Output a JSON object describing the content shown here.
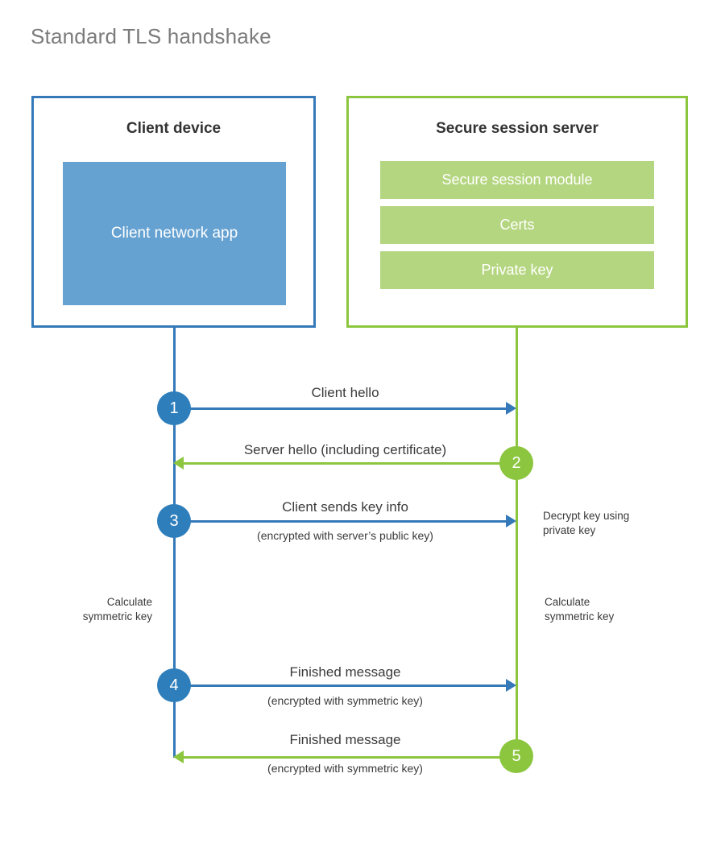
{
  "title": "Standard TLS handshake",
  "colors": {
    "client_blue": "#3579b8",
    "client_circle_blue": "#2e7ebb",
    "client_app_fill": "#66a2d1",
    "server_green": "#8cc63f",
    "server_bar_fill": "#b5d680",
    "title_gray": "#7b7b7b",
    "text_dark": "#3a3a3a",
    "background": "#ffffff"
  },
  "client": {
    "title": "Client device",
    "app_label": "Client network app"
  },
  "server": {
    "title": "Secure session server",
    "bars": [
      {
        "label": "Secure session module"
      },
      {
        "label": "Certs"
      },
      {
        "label": "Private key"
      }
    ]
  },
  "steps": [
    {
      "number": "1",
      "label": "Client hello",
      "sub": "",
      "direction": "client-to-server",
      "color": "#2e7ebb"
    },
    {
      "number": "2",
      "label": "Server hello (including certificate)",
      "sub": "",
      "direction": "server-to-client",
      "color": "#8cc63f"
    },
    {
      "number": "3",
      "label": "Client sends key info",
      "sub": "(encrypted with server’s public key)",
      "direction": "client-to-server",
      "color": "#2e7ebb"
    },
    {
      "number": "4",
      "label": "Finished message",
      "sub": "(encrypted with symmetric key)",
      "direction": "client-to-server",
      "color": "#2e7ebb"
    },
    {
      "number": "5",
      "label": "Finished message",
      "sub": "(encrypted with symmetric key)",
      "direction": "server-to-client",
      "color": "#8cc63f"
    }
  ],
  "annotations": {
    "server_decrypt_line1": "Decrypt key using",
    "server_decrypt_line2": "private key",
    "client_calc_line1": "Calculate",
    "client_calc_line2": "symmetric key",
    "server_calc_line1": "Calculate",
    "server_calc_line2": "symmetric key"
  }
}
